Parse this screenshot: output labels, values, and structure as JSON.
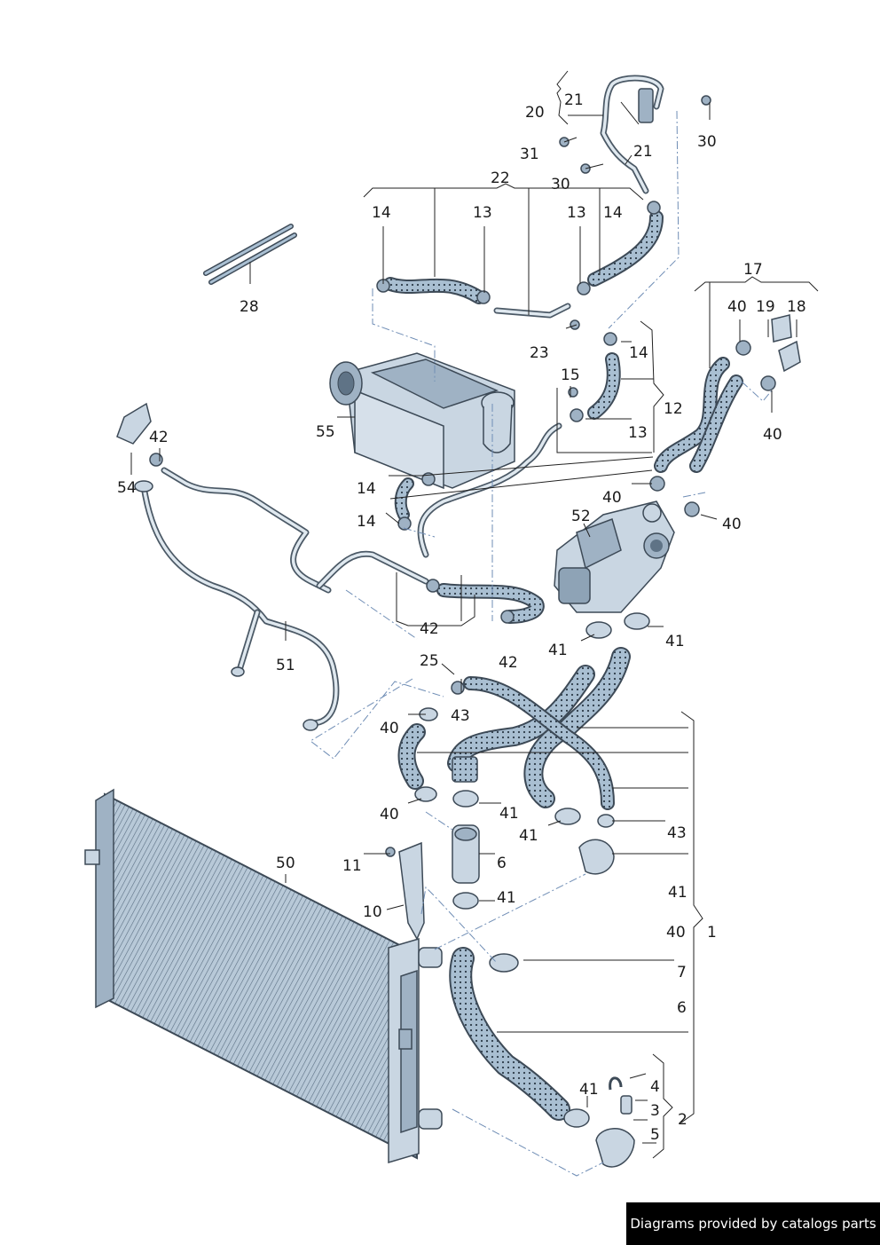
{
  "footer": {
    "text": "Diagrams provided by catalogs parts"
  },
  "callouts": {
    "c20": "20",
    "c21a": "21",
    "c21b": "21",
    "c30a": "30",
    "c31": "31",
    "c30b": "30",
    "c22": "22",
    "c14a": "14",
    "c13a": "13",
    "c13b": "13",
    "c14b": "14",
    "c28": "28",
    "c17": "17",
    "c40a": "40",
    "c19": "19",
    "c18": "18",
    "c23": "23",
    "c14c": "14",
    "c15": "15",
    "c12": "12",
    "c13c": "13",
    "c40b": "40",
    "c55": "55",
    "c42a": "42",
    "c54": "54",
    "c14d": "14",
    "c14e": "14",
    "c40c": "40",
    "c52": "52",
    "c40d": "40",
    "c42b": "42",
    "c51": "51",
    "c41a": "41",
    "c41b": "41",
    "c25": "25",
    "c42c": "42",
    "c43a": "43",
    "c40e": "40",
    "c40f": "40",
    "c41c": "41",
    "c41d": "41",
    "c43b": "43",
    "c6a": "6",
    "c50": "50",
    "c11": "11",
    "c41e": "41",
    "c41f": "41",
    "c10": "10",
    "c40g": "40",
    "c1": "1",
    "c7": "7",
    "c6b": "6",
    "c41g": "41",
    "c4": "4",
    "c3": "3",
    "c2": "2",
    "c5": "5"
  }
}
